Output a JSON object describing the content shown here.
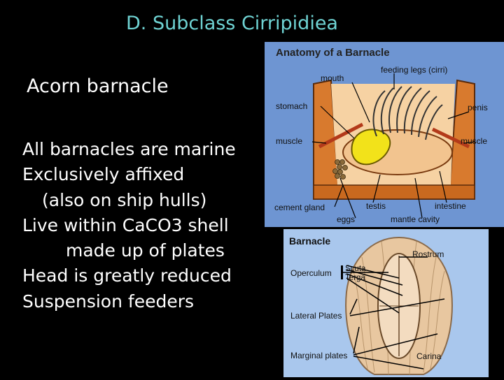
{
  "slide": {
    "title": "D. Subclass Cirripidiea",
    "subtitle": "Acorn barnacle",
    "bullets": [
      "All barnacles are marine",
      "Exclusively affixed",
      "(also on ship hulls)",
      "Live within CaCO3 shell",
      "made up of plates",
      "Head is greatly reduced",
      "Suspension feeders"
    ]
  },
  "figure_anatomy": {
    "title": "Anatomy of a Barnacle",
    "labels": {
      "mouth": "mouth",
      "feeding_legs": "feeding legs (cirri)",
      "stomach": "stomach",
      "penis": "penis",
      "muscle_left": "muscle",
      "muscle_right": "muscle",
      "cement_gland": "cement gland",
      "testis": "testis",
      "intestine": "intestine",
      "eggs": "eggs",
      "mantle_cavity": "mantle cavity"
    },
    "colors": {
      "background": "#6e95d2",
      "shell": "#d87a2e",
      "body": "#f2c48f",
      "stomach": "#f2e21a"
    }
  },
  "figure_barnacle": {
    "title": "Barnacle",
    "labels": {
      "operculum": "Operculum",
      "scuta": "Scuta",
      "terga": "Terga",
      "rostrum": "Rostrum",
      "lateral_plates": "Lateral Plates",
      "marginal_plates": "Marginal plates",
      "carina": "Carina"
    },
    "colors": {
      "background": "#a9c7ed",
      "shell": "#e8c7a0"
    }
  }
}
